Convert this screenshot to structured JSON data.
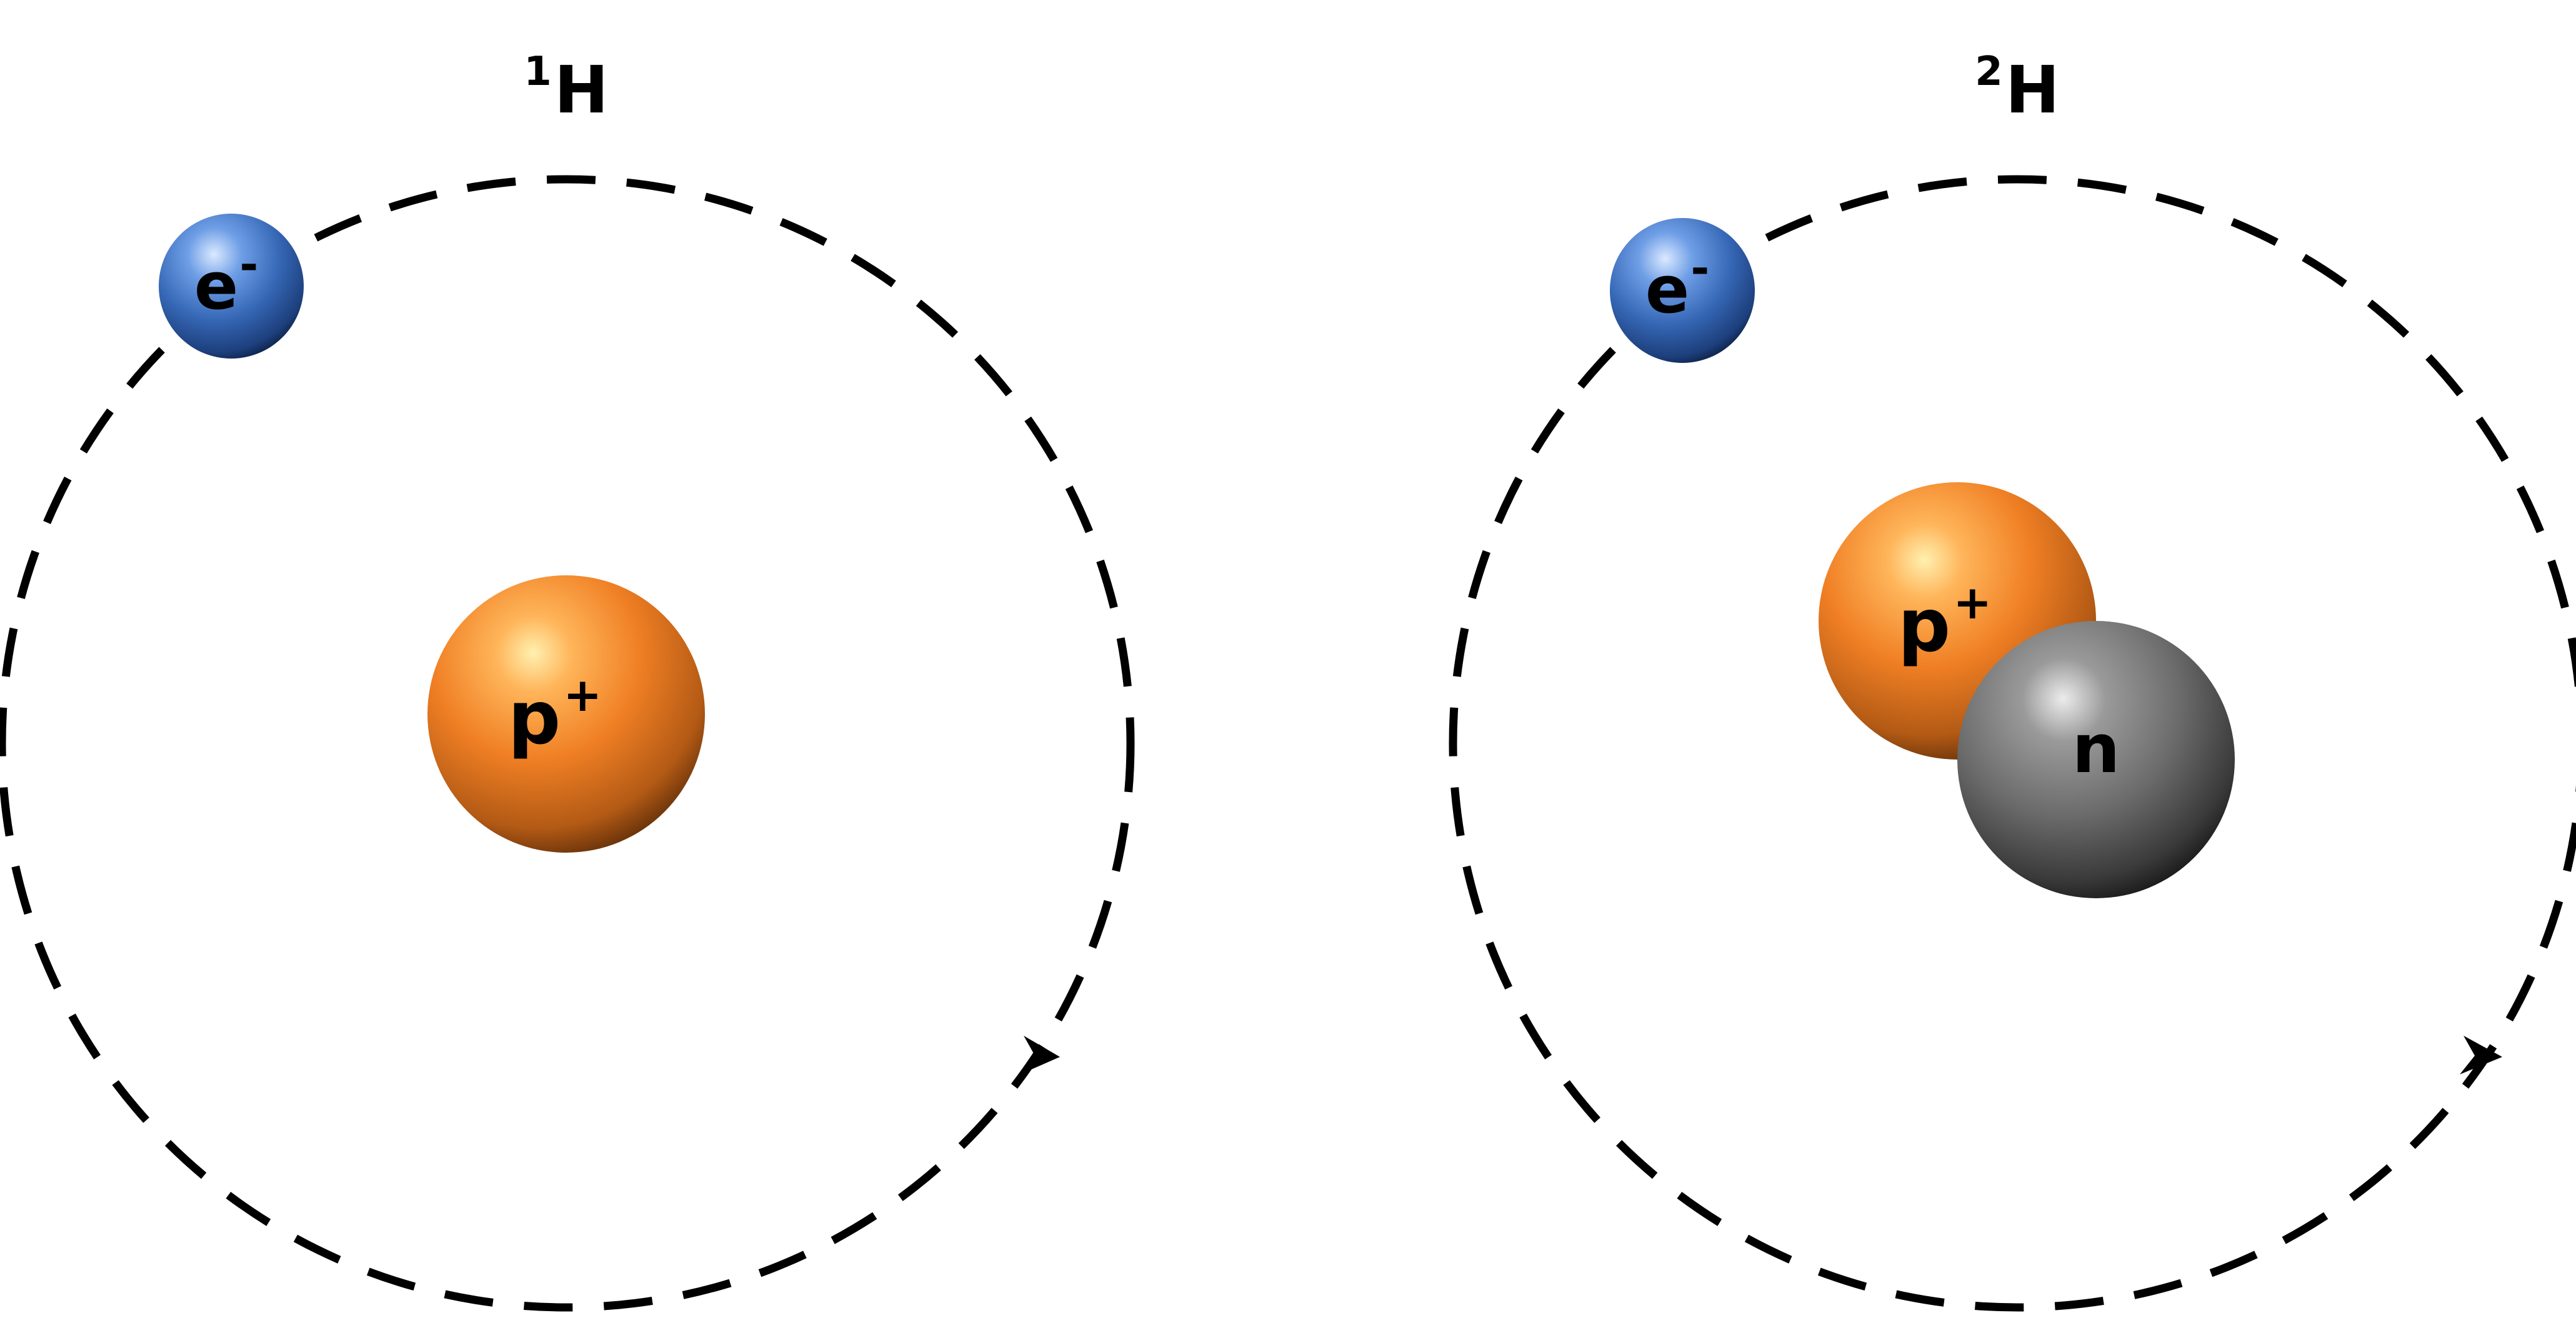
{
  "atoms": [
    {
      "mass_number": "1",
      "element_symbol": "H",
      "electron": {
        "symbol": "e",
        "charge": "-"
      },
      "nucleus": [
        {
          "symbol": "p",
          "charge": "+"
        }
      ]
    },
    {
      "mass_number": "2",
      "element_symbol": "H",
      "electron": {
        "symbol": "e",
        "charge": "-"
      },
      "nucleus": [
        {
          "symbol": "p",
          "charge": "+"
        },
        {
          "symbol": "n",
          "charge": ""
        }
      ]
    }
  ],
  "colors": {
    "proton": "#ef7d24",
    "neutron": "#6b6b6b",
    "electron": "#3566b4",
    "orbit": "#000000",
    "text": "#000000",
    "background": "#ffffff"
  },
  "orbit_direction": "clockwise"
}
